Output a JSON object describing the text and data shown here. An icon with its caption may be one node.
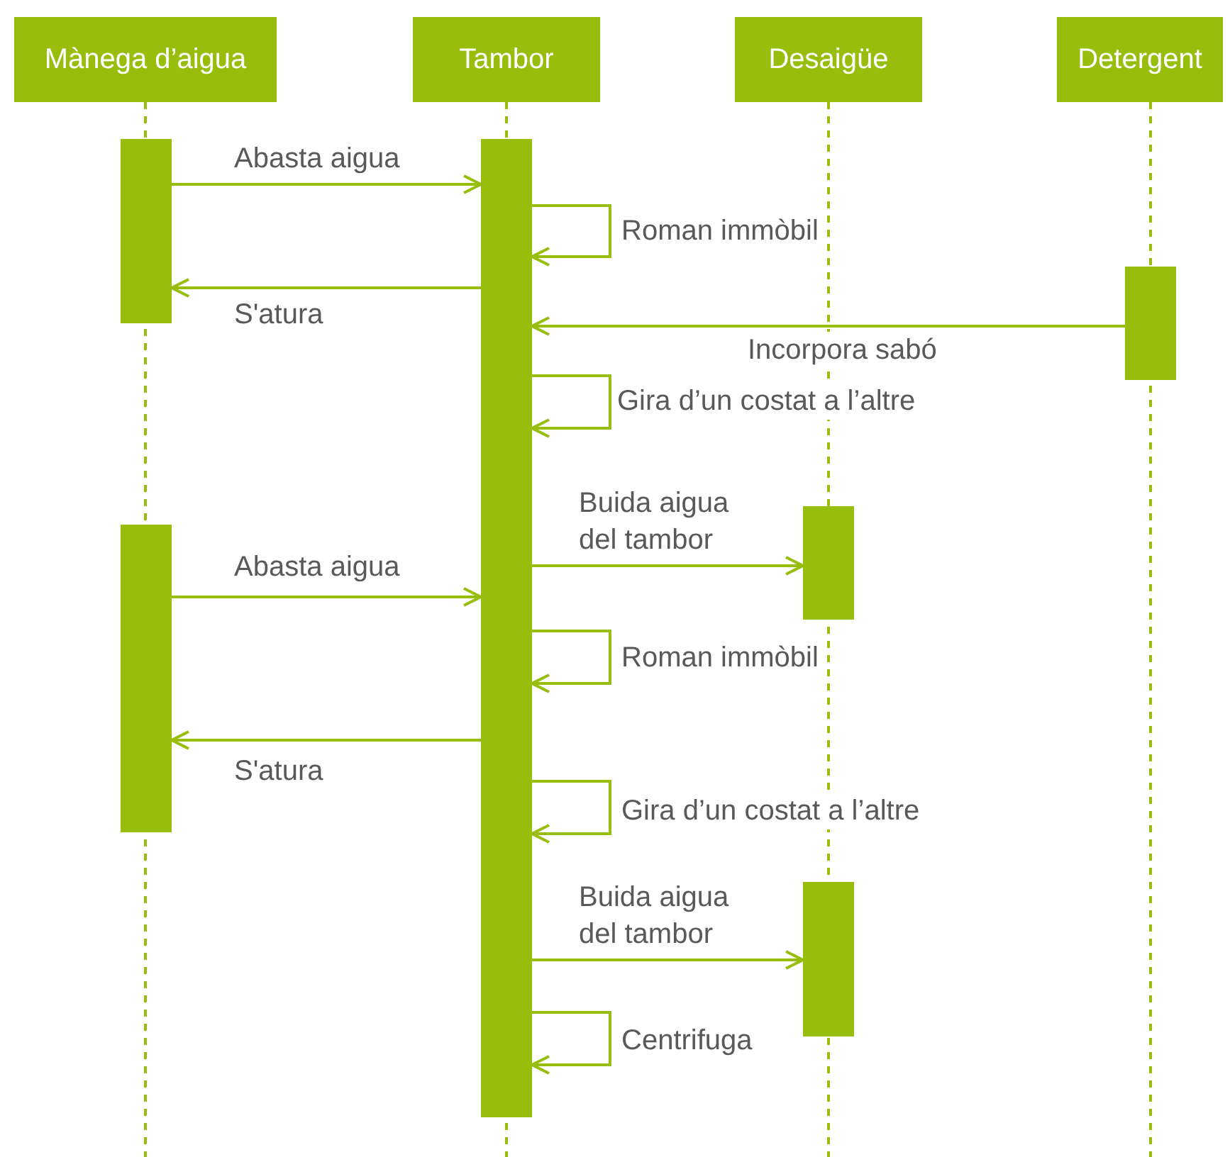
{
  "diagram": {
    "nodes": [
      {
        "text": [
          "Mànega d’aigua"
        ]
      },
      {
        "text": [
          "Tambor"
        ]
      },
      {
        "text": [
          "Desaigüe"
        ]
      },
      {
        "text": [
          "Detergent"
        ]
      },
      {
        "text": [],
        "shape": "bar"
      },
      {
        "text": [],
        "shape": "bar"
      },
      {
        "text": [],
        "shape": "bar"
      },
      {
        "text": [],
        "shape": "bar"
      },
      {
        "text": [],
        "shape": "bar"
      },
      {
        "text": [],
        "shape": "bar"
      }
    ],
    "edges": [
      {
        "from": 4,
        "to": 5,
        "arrow": "to",
        "label": "Abasta aigua"
      },
      {
        "from": 5,
        "to": 5,
        "arrow": "to",
        "label": "Roman immòbil"
      },
      {
        "from": 5,
        "to": 4,
        "arrow": "to",
        "label": "S'atura"
      },
      {
        "from": 6,
        "to": 5,
        "arrow": "to",
        "label": "Incorpora sabó"
      },
      {
        "from": 5,
        "to": 5,
        "arrow": "to",
        "label": "Gira d’un costat a l’altre"
      },
      {
        "from": 5,
        "to": 7,
        "arrow": "to",
        "label": "Buida aigua del tambor"
      },
      {
        "from": 8,
        "to": 5,
        "arrow": "to",
        "label": "Abasta aigua"
      },
      {
        "from": 5,
        "to": 5,
        "arrow": "to",
        "label": "Roman immòbil"
      },
      {
        "from": 5,
        "to": 8,
        "arrow": "to",
        "label": "S'atura"
      },
      {
        "from": 5,
        "to": 5,
        "arrow": "to",
        "label": "Gira d’un costat a l’altre"
      },
      {
        "from": 5,
        "to": 9,
        "arrow": "to",
        "label": "Buida aigua del tambor"
      },
      {
        "from": 5,
        "to": 5,
        "arrow": "to",
        "label": "Centrifuga"
      }
    ]
  }
}
